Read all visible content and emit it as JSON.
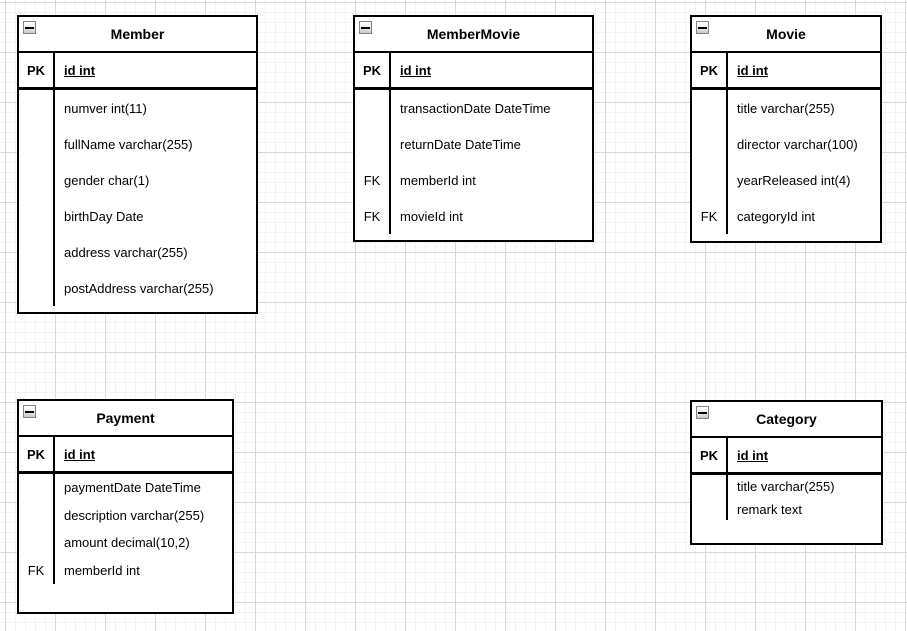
{
  "canvas": {
    "background": "#ffffff",
    "grid_minor_color": "#f3f3f3",
    "grid_major_color": "#d9d9d9",
    "table_border_color": "#000000",
    "text_color": "#000000"
  },
  "icons": {
    "collapse": "collapse-minus-icon"
  },
  "tables": [
    {
      "title": "Member",
      "pk": {
        "key": "PK",
        "field": "id int"
      },
      "rows": [
        {
          "key": "",
          "field": "numver int(11)"
        },
        {
          "key": "",
          "field": "fullName varchar(255)"
        },
        {
          "key": "",
          "field": "gender char(1)"
        },
        {
          "key": "",
          "field": "birthDay Date"
        },
        {
          "key": "",
          "field": "address varchar(255)"
        },
        {
          "key": "",
          "field": "postAddress varchar(255)"
        }
      ]
    },
    {
      "title": "MemberMovie",
      "pk": {
        "key": "PK",
        "field": "id int"
      },
      "rows": [
        {
          "key": "",
          "field": "transactionDate DateTime"
        },
        {
          "key": "",
          "field": "returnDate DateTime"
        },
        {
          "key": "FK",
          "field": "memberId int"
        },
        {
          "key": "FK",
          "field": "movieId int"
        }
      ]
    },
    {
      "title": "Movie",
      "pk": {
        "key": "PK",
        "field": "id int"
      },
      "rows": [
        {
          "key": "",
          "field": "title varchar(255)"
        },
        {
          "key": "",
          "field": "director varchar(100)"
        },
        {
          "key": "",
          "field": "yearReleased int(4)"
        },
        {
          "key": "FK",
          "field": "categoryId int"
        }
      ]
    },
    {
      "title": "Payment",
      "pk": {
        "key": "PK",
        "field": "id int"
      },
      "rows": [
        {
          "key": "",
          "field": "paymentDate DateTime"
        },
        {
          "key": "",
          "field": "description varchar(255)"
        },
        {
          "key": "",
          "field": "amount decimal(10,2)"
        },
        {
          "key": "FK",
          "field": "memberId int"
        }
      ]
    },
    {
      "title": "Category",
      "pk": {
        "key": "PK",
        "field": "id int"
      },
      "rows": [
        {
          "key": "",
          "field": "title varchar(255)"
        },
        {
          "key": "",
          "field": "remark text"
        }
      ]
    }
  ]
}
